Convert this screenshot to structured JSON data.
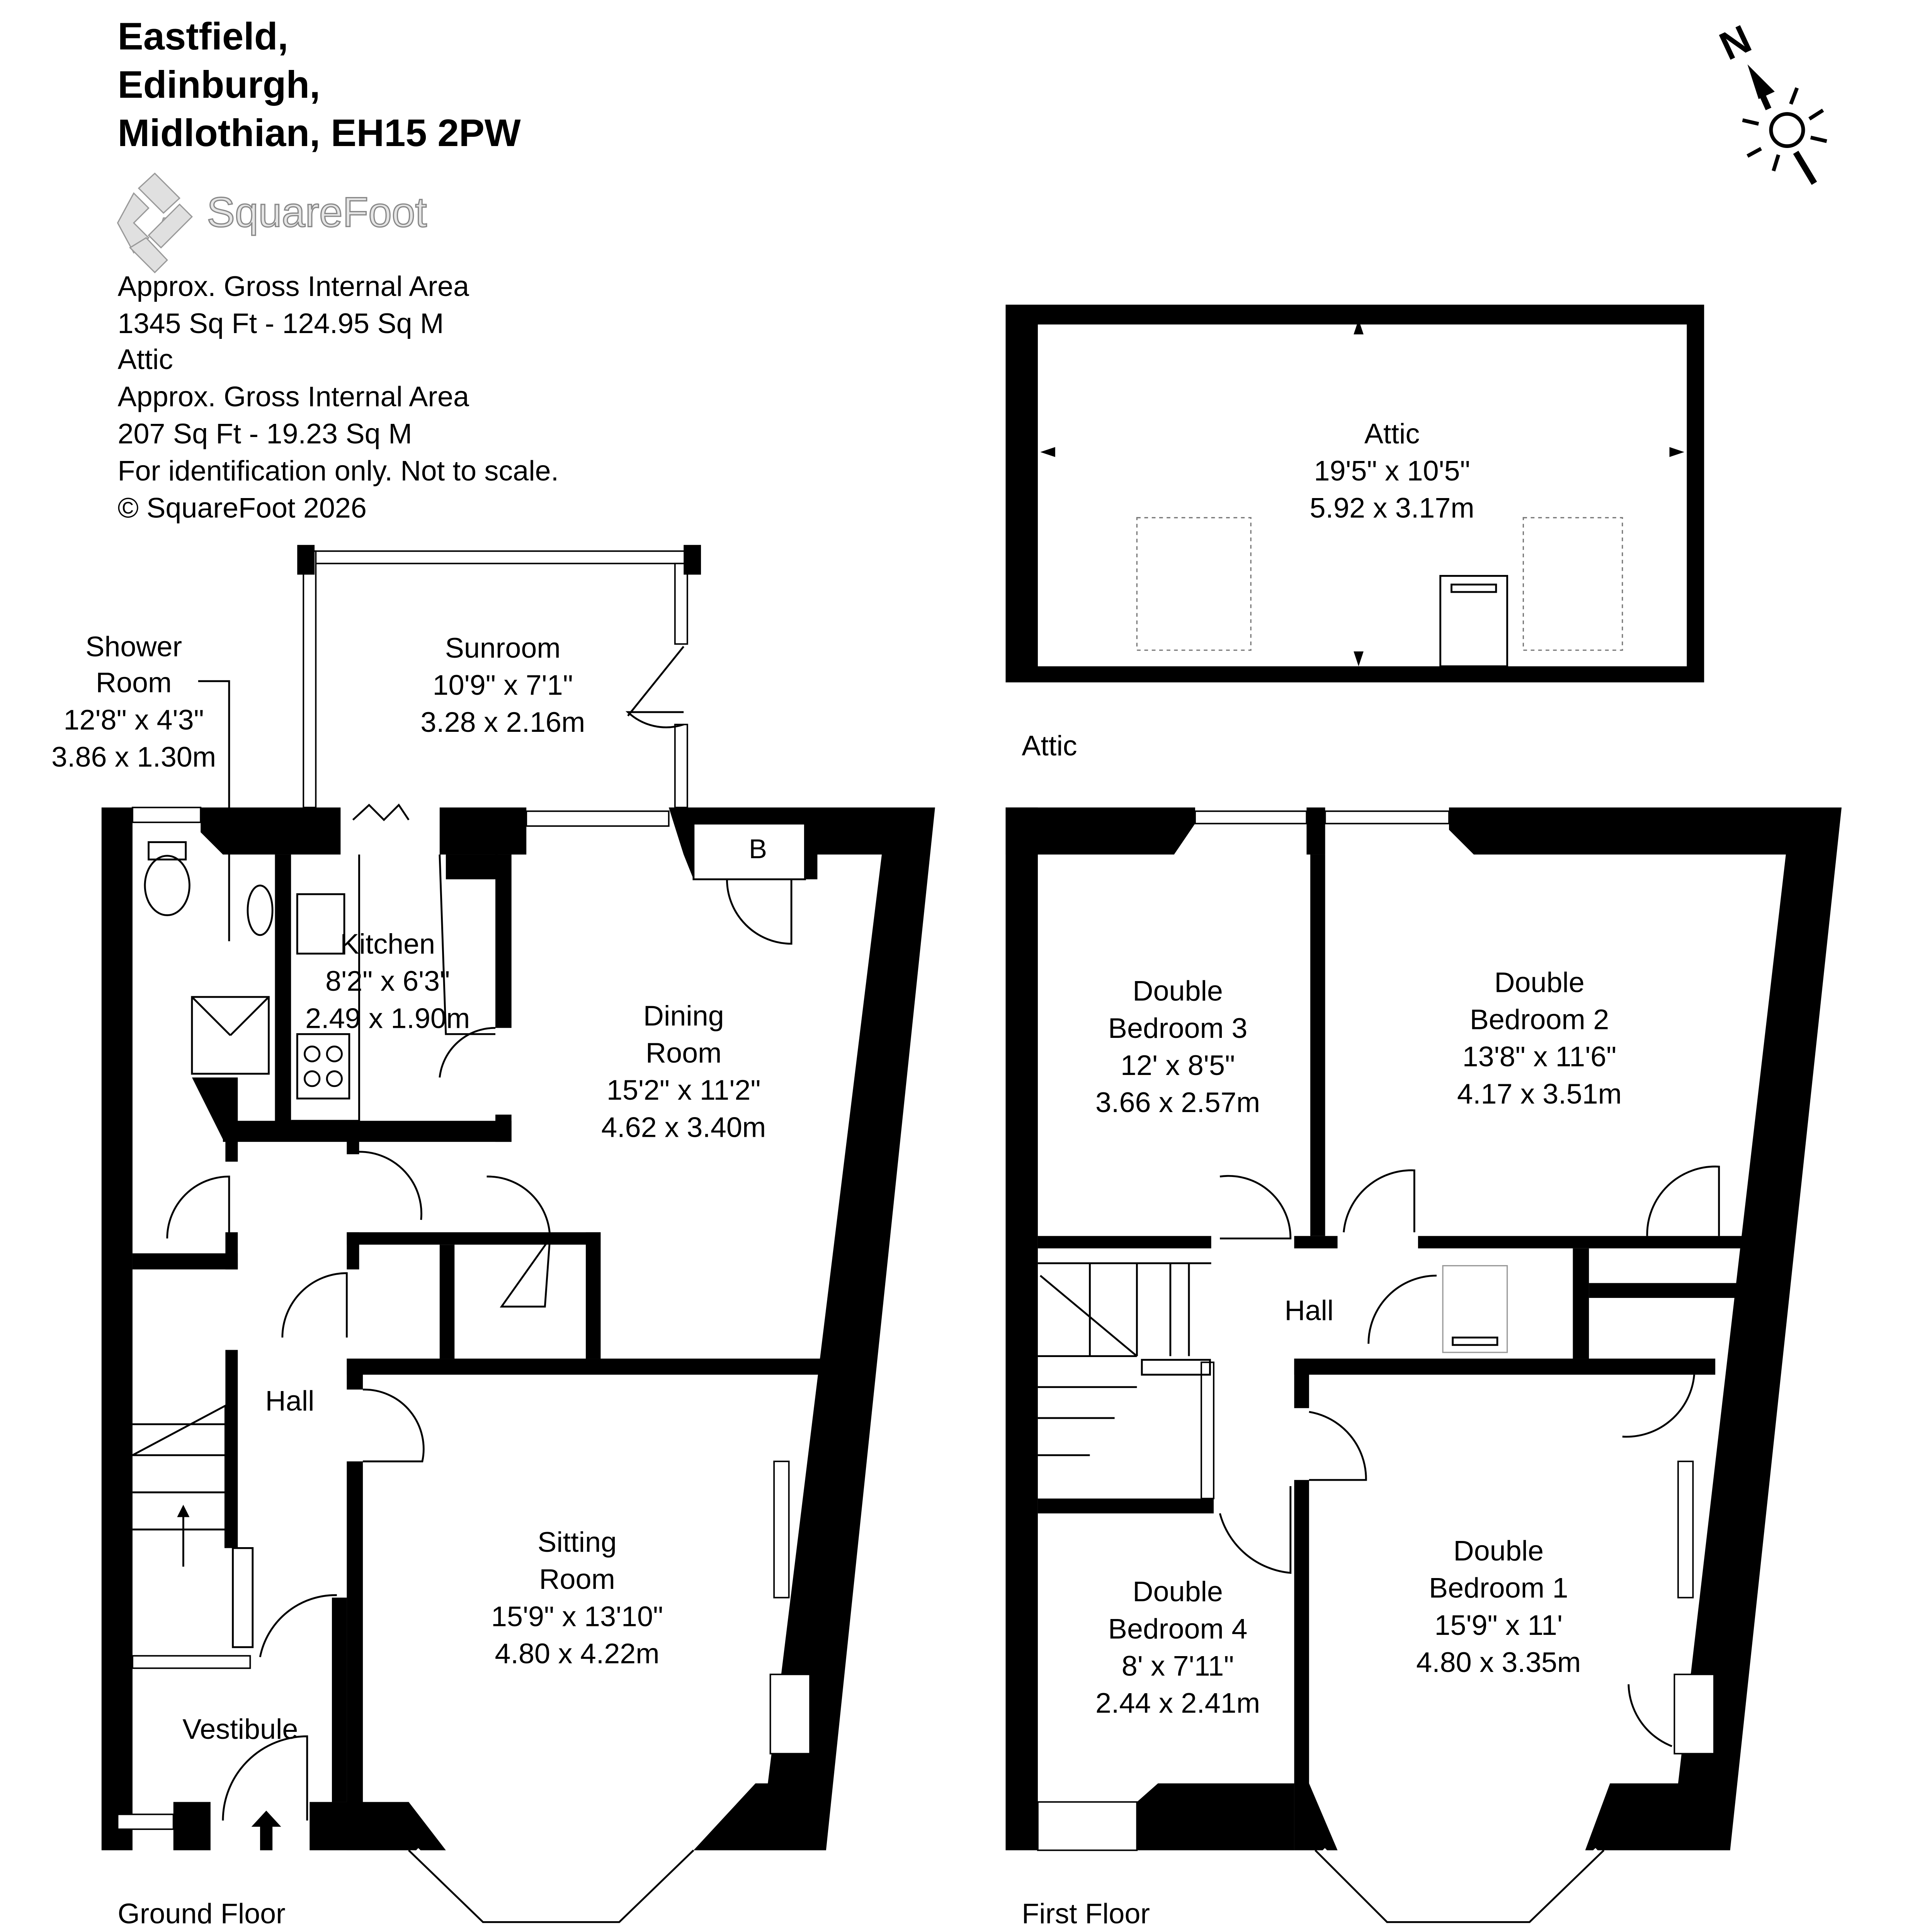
{
  "header": {
    "address_lines": [
      "Eastfield,",
      "Edinburgh,",
      "Midlothian, EH15 2PW"
    ],
    "logo_text": "SquareFoot",
    "info_lines": [
      "Approx. Gross Internal Area",
      "1345 Sq Ft  -  124.95 Sq M",
      "Attic",
      "Approx. Gross Internal Area",
      "207 Sq Ft  -  19.23 Sq M",
      "For identification only. Not to scale.",
      "© SquareFoot 2026"
    ]
  },
  "compass": {
    "north_label": "N",
    "icon": "north-arrow-sun-icon"
  },
  "floors": {
    "ground": "Ground Floor",
    "first": "First Floor",
    "attic": "Attic"
  },
  "rooms": {
    "attic": [
      "Attic",
      "19'5\" x 10'5\"",
      "5.92 x 3.17m"
    ],
    "sunroom": [
      "Sunroom",
      "10'9\" x 7'1\"",
      "3.28 x 2.16m"
    ],
    "shower": [
      "Shower",
      "Room",
      "12'8\" x 4'3\"",
      "3.86 x 1.30m"
    ],
    "kitchen": [
      "Kitchen",
      "8'2\" x 6'3\"",
      "2.49 x 1.90m"
    ],
    "dining": [
      "Dining",
      "Room",
      "15'2\" x 11'2\"",
      "4.62 x 3.40m"
    ],
    "hall_ground": [
      "Hall"
    ],
    "sitting": [
      "Sitting",
      "Room",
      "15'9\" x 13'10\"",
      "4.80 x 4.22m"
    ],
    "vestibule": [
      "Vestibule"
    ],
    "bed3": [
      "Double",
      "Bedroom 3",
      "12' x 8'5\"",
      "3.66 x 2.57m"
    ],
    "bed2": [
      "Double",
      "Bedroom 2",
      "13'8\" x 11'6\"",
      "4.17 x 3.51m"
    ],
    "hall_first": [
      "Hall"
    ],
    "bed4": [
      "Double",
      "Bedroom 4",
      "8' x 7'11\"",
      "2.44 x 2.41m"
    ],
    "bed1": [
      "Double",
      "Bedroom 1",
      "15'9\" x 11'",
      "4.80 x 3.35m"
    ],
    "boiler": "B"
  }
}
